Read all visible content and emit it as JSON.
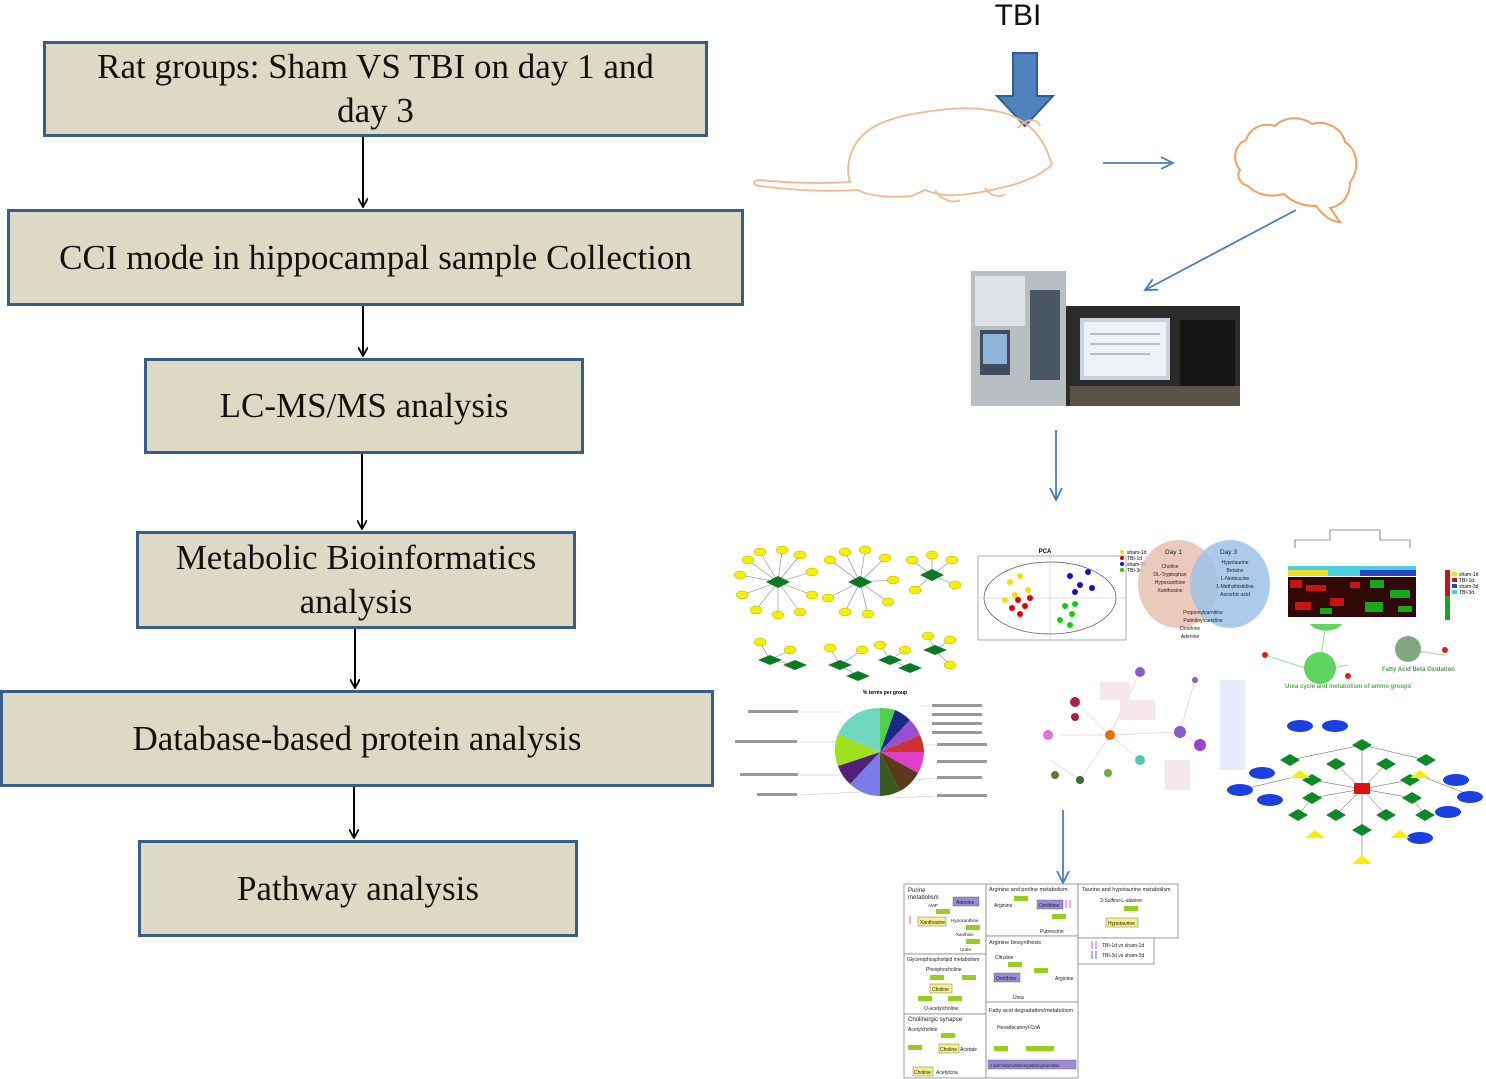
{
  "flowchart": {
    "steps": [
      {
        "label": "Rat groups: Sham VS TBI on day 1 and day 3"
      },
      {
        "label": "CCI mode in hippocampal sample Collection"
      },
      {
        "label": "LC-MS/MS analysis"
      },
      {
        "label": "Metabolic Bioinformatics analysis"
      },
      {
        "label": "Database-based protein analysis"
      },
      {
        "label": "Pathway analysis"
      }
    ]
  },
  "illustration": {
    "tbi_label": "TBI",
    "pca_title": "PCA",
    "pca_legend": [
      "sham-1d",
      "TBI-1d",
      "sham-3d",
      "TBI-3d"
    ],
    "venn": {
      "day1_label": "Day 1",
      "day3_label": "Day 3",
      "day1_only": [
        "Choline",
        "DL-Tryptophan",
        "Hypoxanthine",
        "Xanthosine"
      ],
      "day3_only": [
        "Hypotaurine",
        "Betaine",
        "L-Norleucine",
        "1-Methylhistidine",
        "Ascorbic acid"
      ],
      "shared": [
        "Propionylcarnitine",
        "Palmitoylcarnitine",
        "Ornithine",
        "Adenine"
      ]
    },
    "heatmap_legend": [
      "sham-1d",
      "TBI-1d",
      "sham-3d",
      "TBI-3d"
    ],
    "network_labels": {
      "urea_cycle": "Urea cycle and metabolism of amino groups",
      "fatty_acid": "Fatty Acid Beta Oxidation"
    },
    "pie_title": "% terms per group",
    "pathway_panels": {
      "purine": {
        "title": "Purine metabolism",
        "nodes": [
          "AMP",
          "Adenine",
          "Xanthosine",
          "Hypoxanthine",
          "Xanthine",
          "Urate"
        ]
      },
      "arginine_proline": {
        "title": "Arginine and proline metabolism",
        "nodes": [
          "Arginine",
          "Ornithine",
          "Putrescine"
        ]
      },
      "taurine": {
        "title": "Taurine and hypotaurine metabolism",
        "nodes": [
          "3-Sulfino-L-alanine",
          "Hypotaurine"
        ]
      },
      "glycerophospholipid": {
        "title": "Glycerophospholipid metabolism",
        "nodes": [
          "Phosphocholine",
          "Choline",
          "O-acetylcholine"
        ]
      },
      "arginine_biosynthesis": {
        "title": "Arginine biosynthesis",
        "nodes": [
          "Citruline",
          "Ornithine",
          "Arginine",
          "Urea"
        ]
      },
      "cholinergic": {
        "title": "Cholinergic synapse",
        "nodes": [
          "Acetylcholine",
          "Choline",
          "Acetate",
          "Choline",
          "Acetylcoa"
        ]
      },
      "fatty_acid": {
        "title": "Fatty acid degradation/metabolism",
        "nodes": [
          "Hexadecanoyl-CoA",
          "1-palmitoylcarnitine/palmitoylcarnitine"
        ]
      },
      "legend": [
        "TBI-1d vs sham-1d",
        "TBI-3d vs sham-3d"
      ]
    }
  }
}
